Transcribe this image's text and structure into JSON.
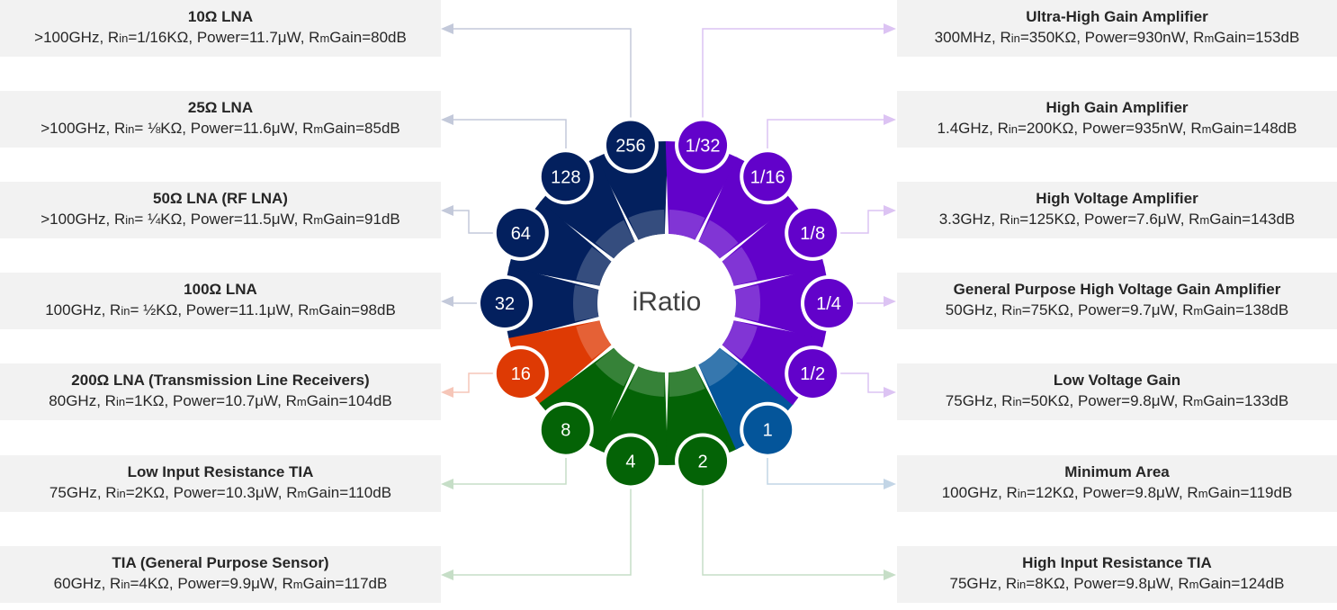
{
  "center_label": "iRatio",
  "nodes": [
    {
      "label": "256",
      "color": "#03205e",
      "side": "left",
      "slot": 0
    },
    {
      "label": "128",
      "color": "#03205e",
      "side": "left",
      "slot": 1
    },
    {
      "label": "64",
      "color": "#03205e",
      "side": "left",
      "slot": 2
    },
    {
      "label": "32",
      "color": "#03205e",
      "side": "left",
      "slot": 3
    },
    {
      "label": "16",
      "color": "#de3a04",
      "side": "left",
      "slot": 4
    },
    {
      "label": "8",
      "color": "#046306",
      "side": "left",
      "slot": 5
    },
    {
      "label": "4",
      "color": "#046306",
      "side": "left",
      "slot": 6
    },
    {
      "label": "2",
      "color": "#046306",
      "side": "right",
      "slot": 6
    },
    {
      "label": "1",
      "color": "#04559a",
      "side": "right",
      "slot": 5
    },
    {
      "label": "1/2",
      "color": "#6202ca",
      "side": "right",
      "slot": 4
    },
    {
      "label": "1/4",
      "color": "#6202ca",
      "side": "right",
      "slot": 3
    },
    {
      "label": "1/8",
      "color": "#6202ca",
      "side": "right",
      "slot": 2
    },
    {
      "label": "1/16",
      "color": "#6202ca",
      "side": "right",
      "slot": 1
    },
    {
      "label": "1/32",
      "color": "#6202ca",
      "side": "right",
      "slot": 0
    }
  ],
  "connector_colors": {
    "navy": "#c3c9da",
    "orange": "#f6c6b8",
    "green": "#c6dec7",
    "blue": "#c2d5e6",
    "purple": "#dcc3f3"
  },
  "left_boxes": [
    {
      "title": "10Ω LNA",
      "freq": ">100GHz",
      "rin": "1/16KΩ",
      "power": "11.7μW",
      "gain": "80dB"
    },
    {
      "title": "25Ω LNA",
      "freq": ">100GHz",
      "rin": " ⅛KΩ",
      "power": "11.6μW",
      "gain": "85dB"
    },
    {
      "title": "50Ω LNA (RF LNA)",
      "freq": ">100GHz",
      "rin": " ¼KΩ",
      "power": "11.5μW",
      "gain": "91dB"
    },
    {
      "title": "100Ω LNA",
      "freq": "100GHz",
      "rin": " ½KΩ",
      "power": "11.1μW",
      "gain": "98dB"
    },
    {
      "title": "200Ω LNA (Transmission  Line Receivers)",
      "freq": "80GHz",
      "rin": "1KΩ",
      "power": "10.7μW",
      "gain": "104dB"
    },
    {
      "title": "Low Input Resistance TIA",
      "freq": "75GHz",
      "rin": "2KΩ",
      "power": "10.3μW",
      "gain": "110dB"
    },
    {
      "title": "TIA  (General Purpose Sensor)",
      "freq": "60GHz",
      "rin": "4KΩ",
      "power": "9.9μW",
      "gain": "117dB"
    }
  ],
  "right_boxes": [
    {
      "title": "Ultra-High Gain Amplifier",
      "freq": "300MHz",
      "rin": "350KΩ",
      "power": "930nW",
      "gain": "153dB"
    },
    {
      "title": "High Gain Amplifier",
      "freq": "1.4GHz",
      "rin": "200KΩ",
      "power": "935nW",
      "gain": "148dB"
    },
    {
      "title": "High Voltage Amplifier",
      "freq": "3.3GHz",
      "rin": "125KΩ",
      "power": "7.6μW",
      "gain": "143dB"
    },
    {
      "title": "General Purpose High Voltage Gain Amplifier",
      "freq": "50GHz",
      "rin": "75KΩ",
      "power": "9.7μW",
      "gain": "138dB"
    },
    {
      "title": "Low Voltage Gain",
      "freq": "75GHz",
      "rin": "50KΩ",
      "power": "9.8μW",
      "gain": "133dB"
    },
    {
      "title": "Minimum Area",
      "freq": "100GHz",
      "rin": "12KΩ",
      "power": "9.8μW",
      "gain": "119dB"
    },
    {
      "title": "High Input Resistance TIA",
      "freq": "75GHz",
      "rin": "8KΩ",
      "power": "9.8μW",
      "gain": "124dB"
    }
  ],
  "spec_labels": {
    "rin_prefix": "R",
    "rin_sub": "in",
    "power_prefix": "Power=",
    "gain_prefix": "R",
    "gain_sub": "m",
    "gain_suffix": "Gain="
  }
}
